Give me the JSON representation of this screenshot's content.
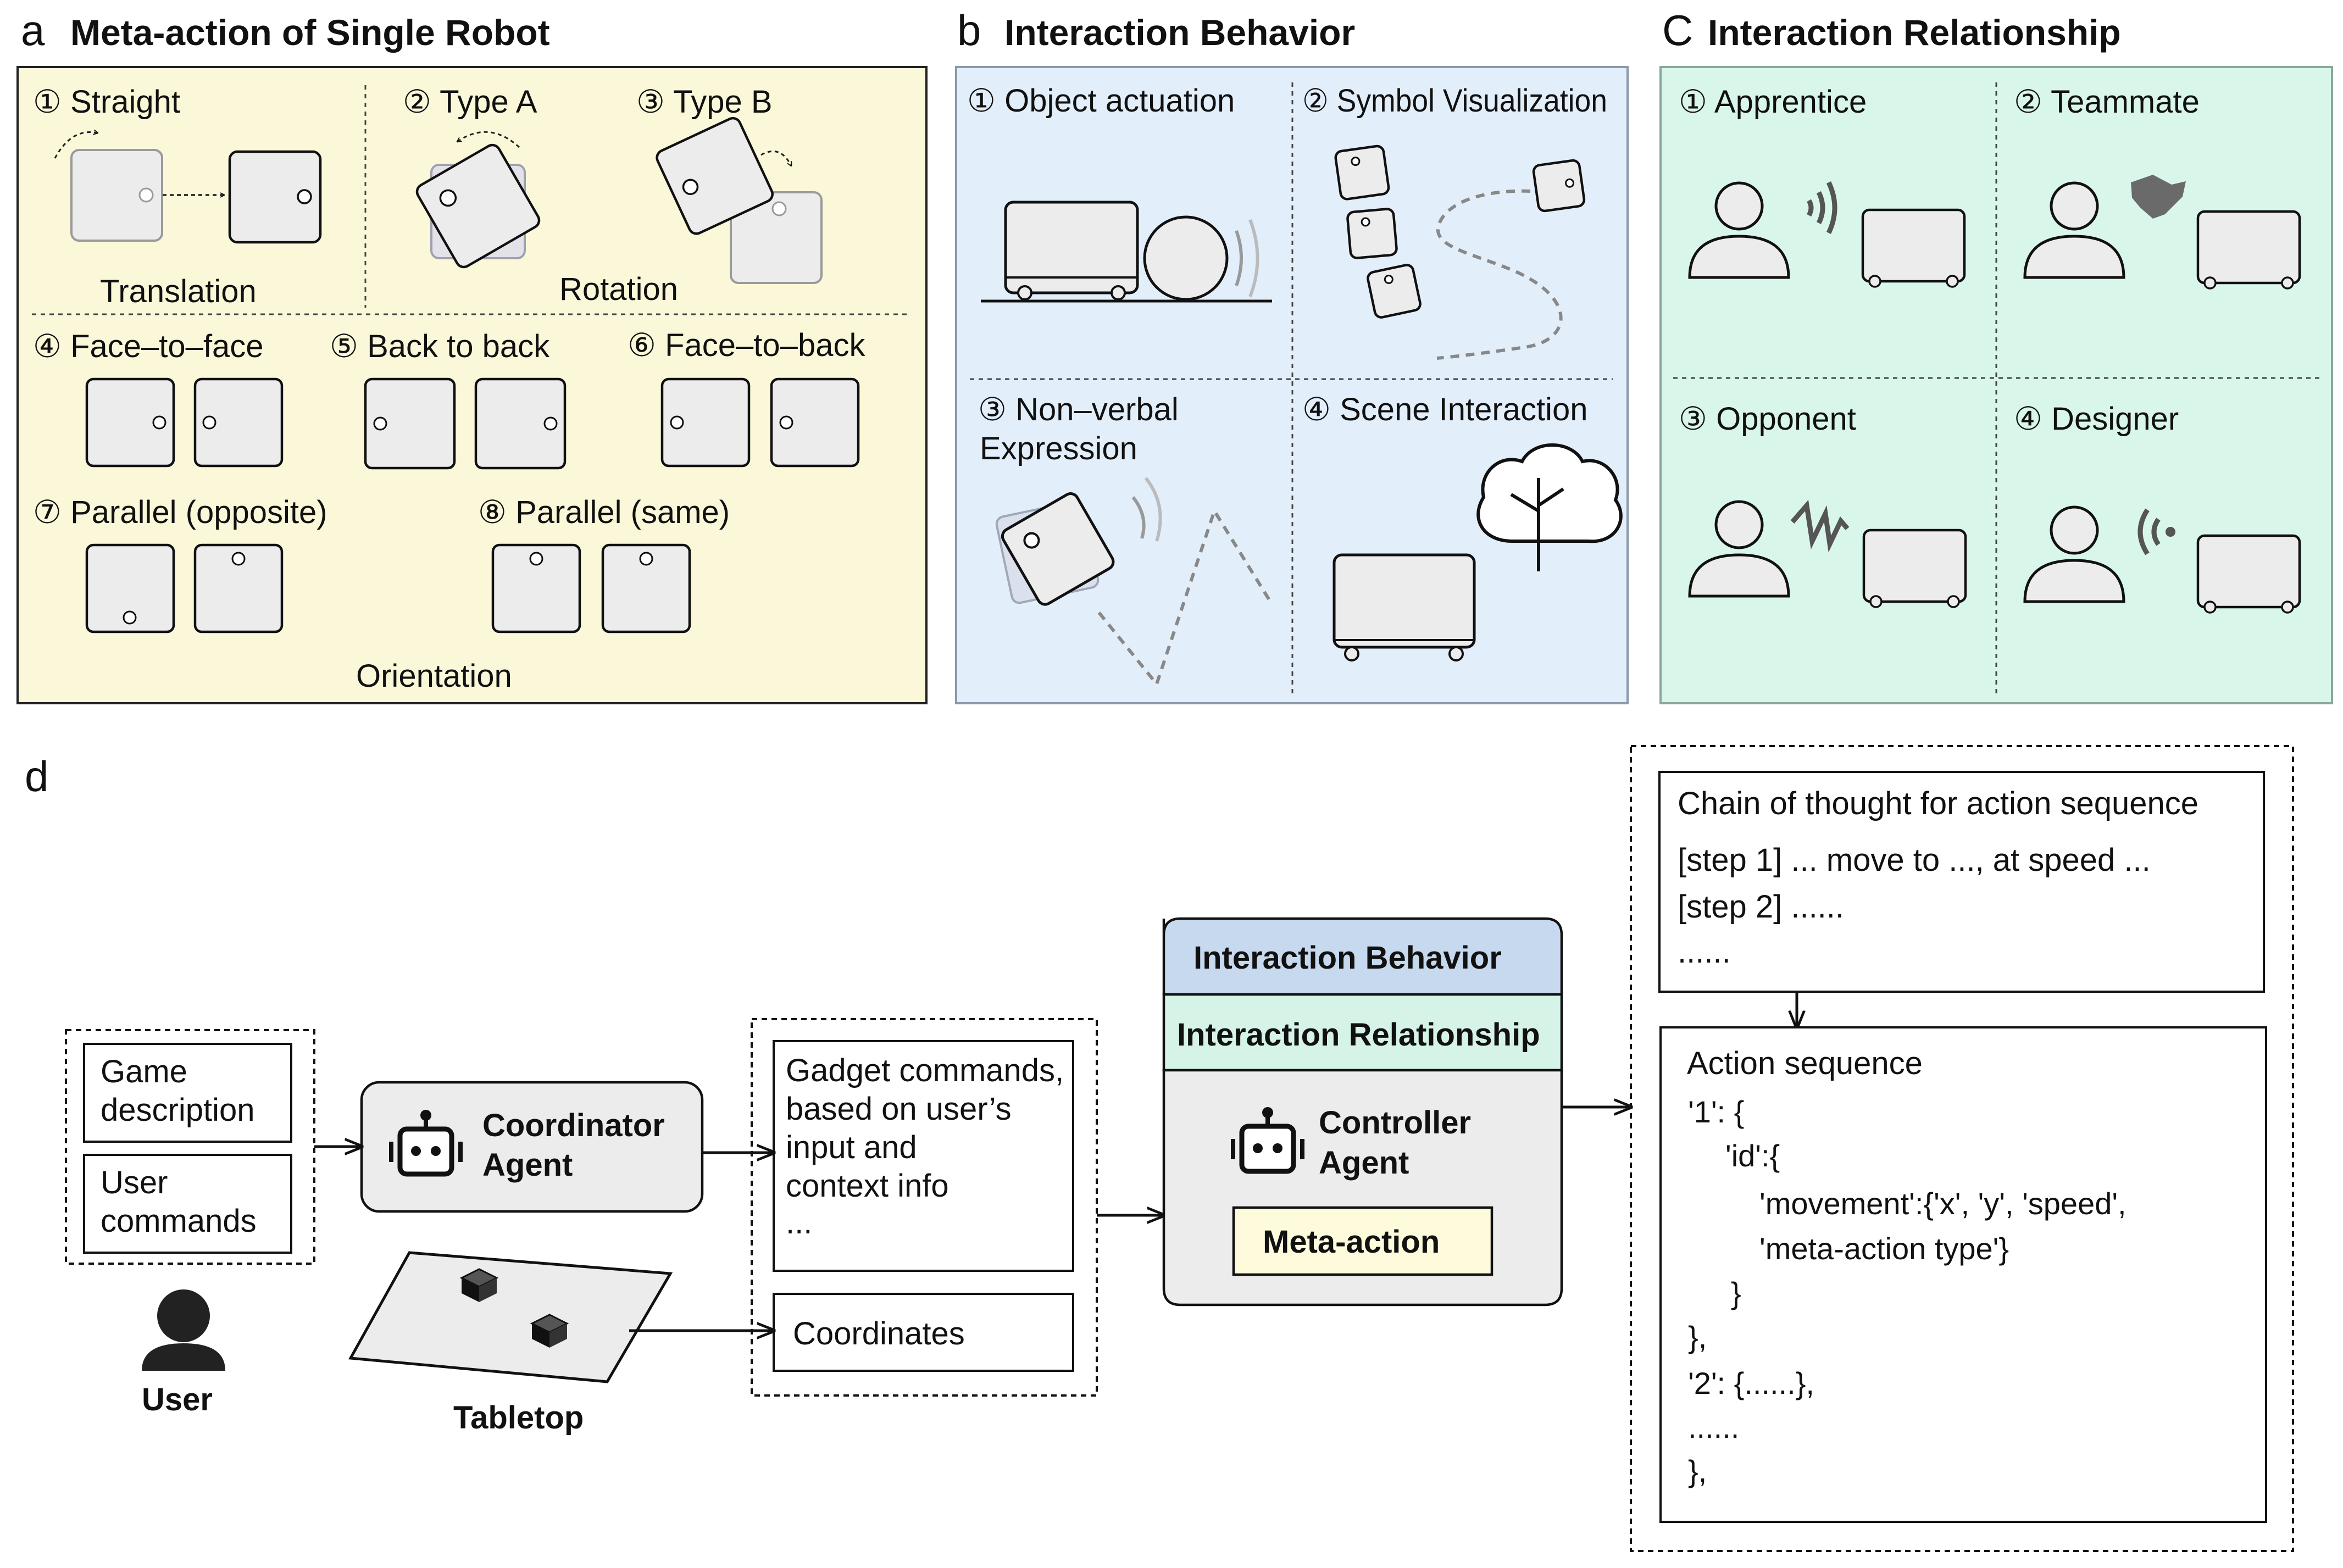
{
  "colors": {
    "panel_a_bg": "#fbf8d9",
    "panel_b_bg": "#e3eefb",
    "panel_c_bg": "#d9f6ea",
    "robot_fill": "#e9e9e9",
    "behavior_header": "#c7d9ee",
    "relationship_header": "#d6f3e8",
    "meta_action_fill": "#fdfbdc",
    "agent_fill": "#ececec"
  },
  "panel_a": {
    "letter": "a",
    "title": "Meta-action of Single Robot",
    "straight": "① Straight",
    "type_a": "② Type A",
    "type_b": "③ Type B",
    "translation": "Translation",
    "rotation": "Rotation",
    "face_to_face": "④ Face–to–face",
    "back_to_back": "⑤ Back to back",
    "face_to_back": "⑥ Face–to–back",
    "parallel_opposite": "⑦ Parallel (opposite)",
    "parallel_same": "⑧ Parallel (same)",
    "orientation": "Orientation"
  },
  "panel_b": {
    "letter": "b",
    "title": "Interaction Behavior",
    "object_actuation": "① Object actuation",
    "symbol_visualization": "② Symbol Visualization",
    "nonverbal_line1": "③ Non–verbal",
    "nonverbal_line2": "Expression",
    "scene_interaction": "④ Scene Interaction"
  },
  "panel_c": {
    "letter": "C",
    "title": "Interaction Relationship",
    "apprentice": "① Apprentice",
    "teammate": "② Teammate",
    "opponent": "③ Opponent",
    "designer": "④ Designer",
    "icons": [
      "person-icon",
      "sound-wave-icon",
      "handshake-icon",
      "zigzag-icon",
      "robot-icon"
    ]
  },
  "panel_d": {
    "letter": "d",
    "game_description": [
      "Game",
      "description"
    ],
    "user_commands": [
      "User",
      "commands"
    ],
    "user_label": "User",
    "tabletop_label": "Tabletop",
    "coordinator_agent": [
      "Coordinator",
      "Agent"
    ],
    "gadget_commands": [
      "Gadget commands,",
      "based on user’s",
      "input and",
      "context info",
      "..."
    ],
    "coordinates": "Coordinates",
    "interaction_behavior": "Interaction Behavior",
    "interaction_relationship": "Interaction Relationship",
    "controller_agent": [
      "Controller",
      "Agent"
    ],
    "meta_action": "Meta-action",
    "cot_title": "Chain of thought for action sequence",
    "cot_step1": "[step 1] ... move to ..., at speed ...",
    "cot_step2": "[step 2] ......",
    "cot_more": "......",
    "action_title": "Action sequence",
    "action_lines": [
      "'1': {",
      "'id':{",
      "'movement':{'x', 'y', 'speed',",
      "'meta-action type'}",
      "}",
      "},",
      "'2': {......},",
      "......",
      "},"
    ]
  }
}
